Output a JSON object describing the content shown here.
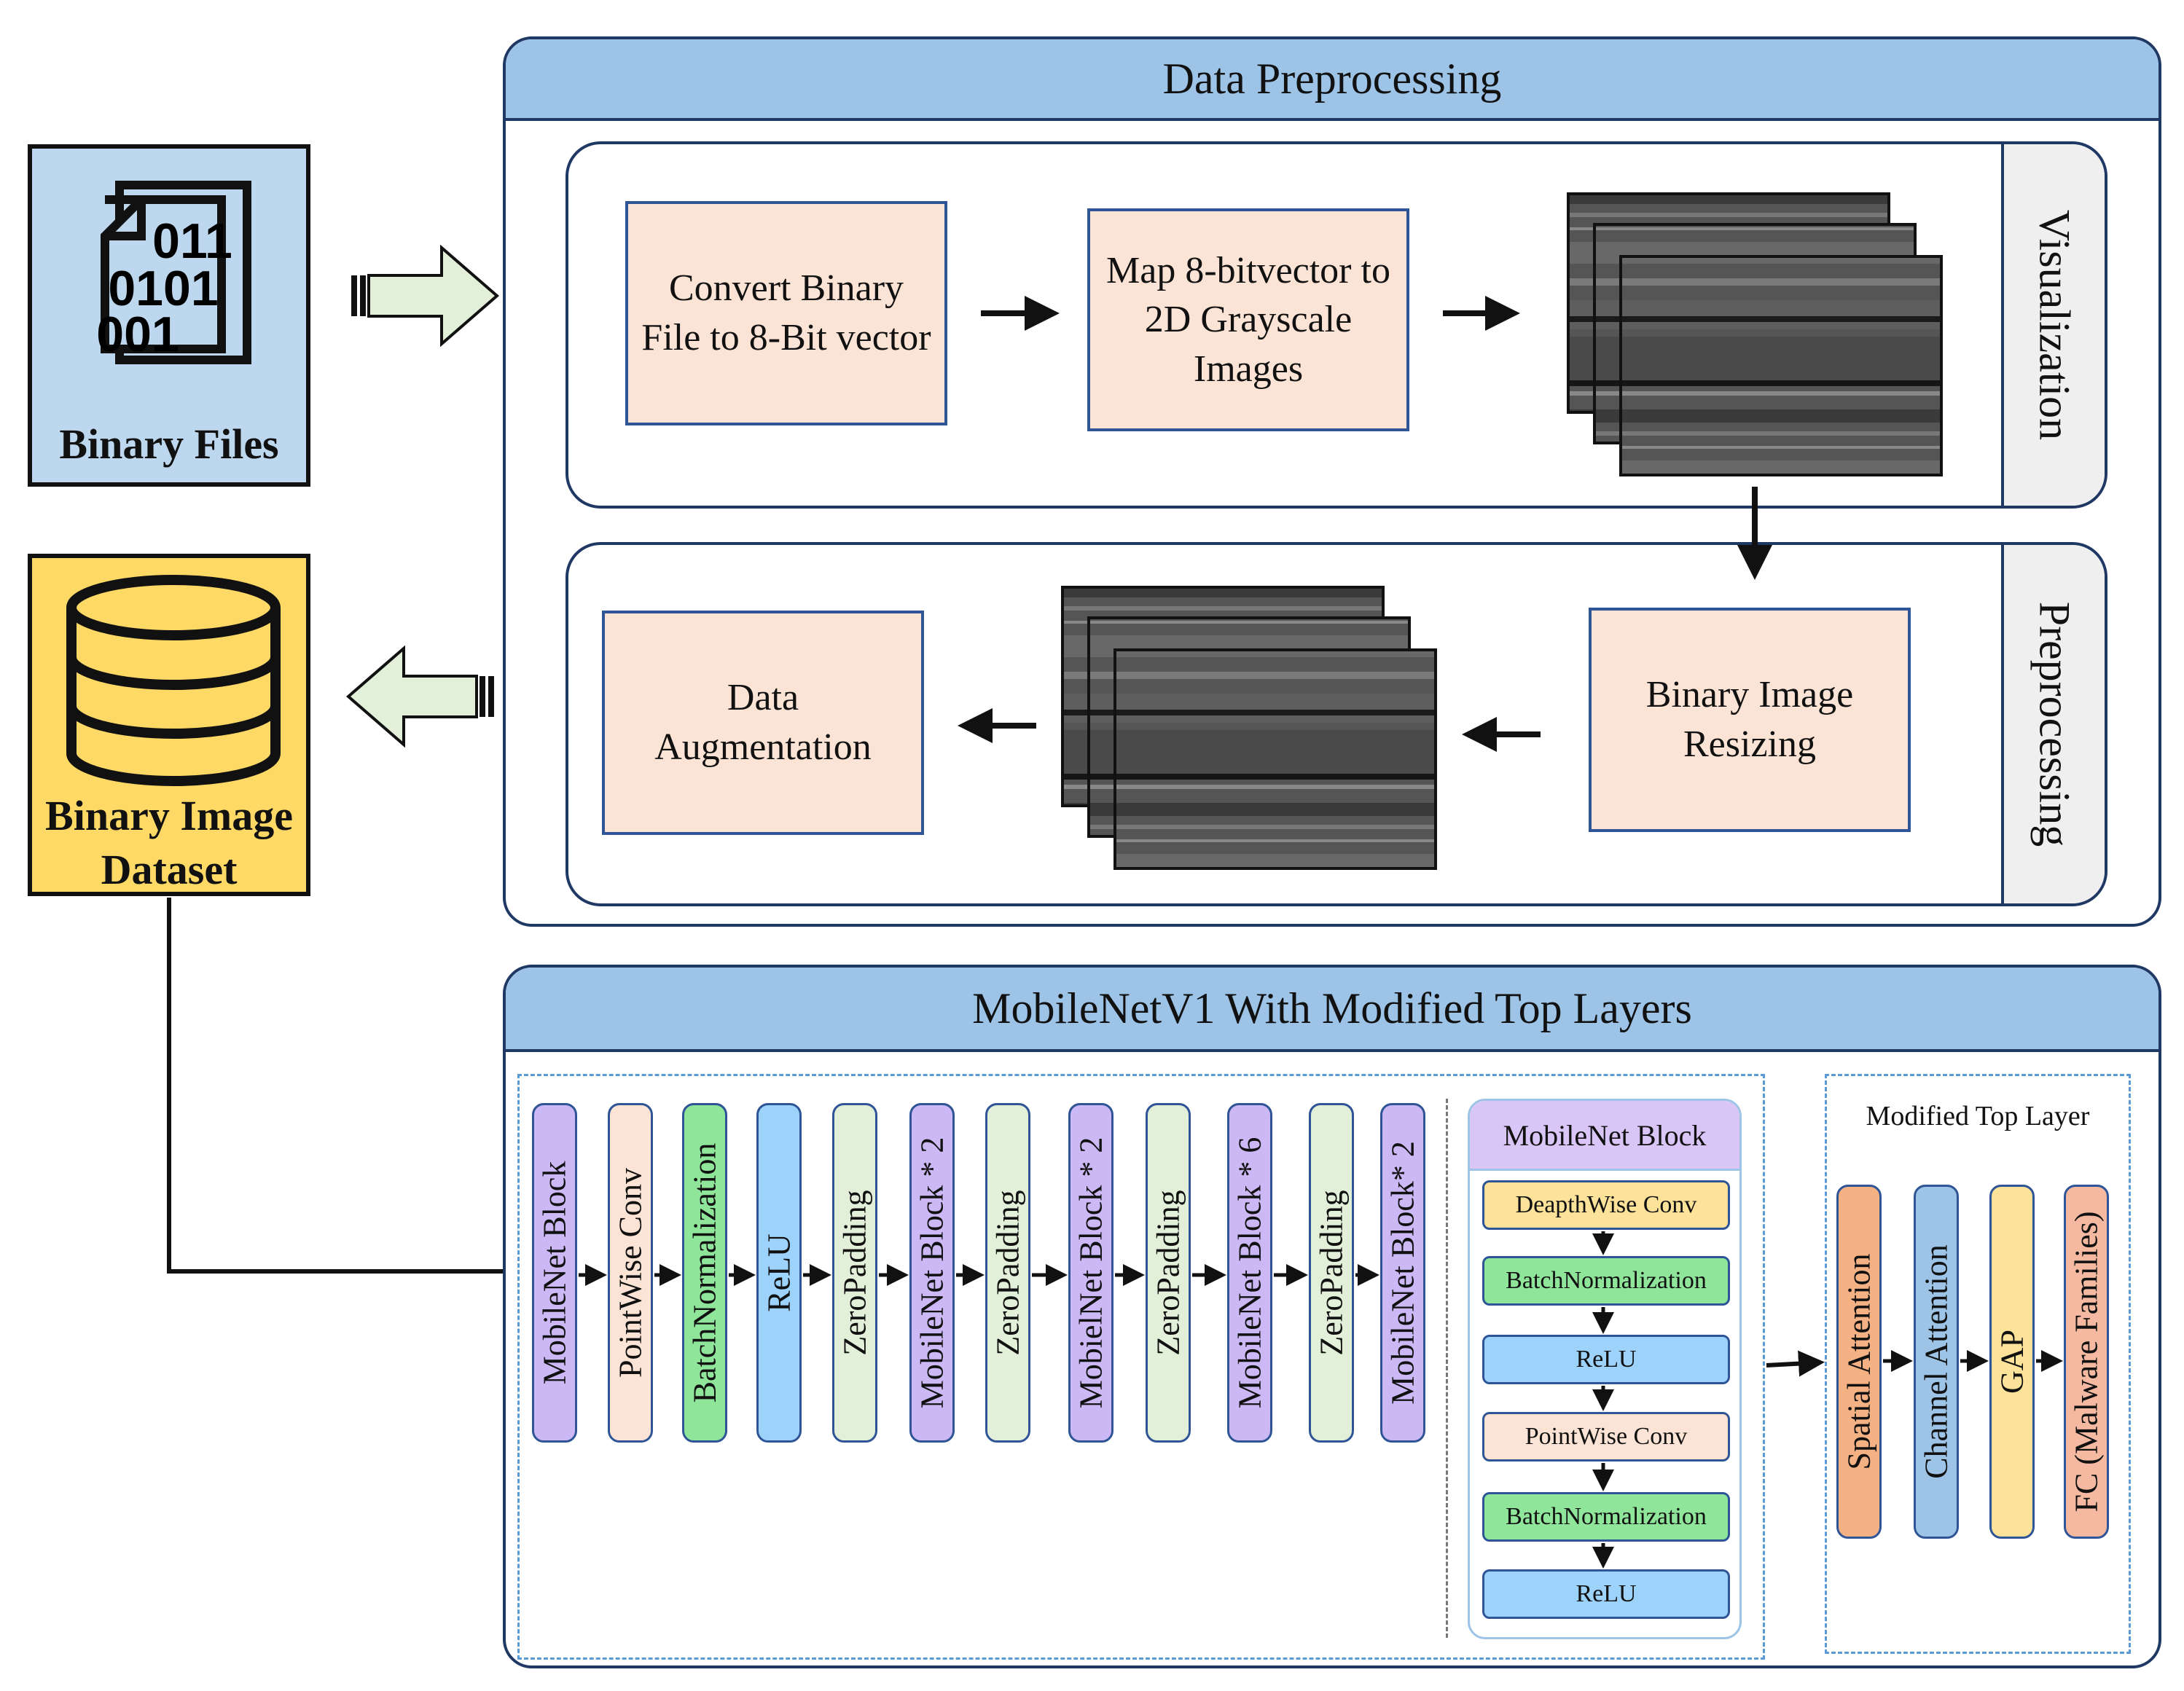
{
  "left": {
    "binary_files": {
      "bits": [
        "011",
        "0101",
        "001"
      ],
      "label": "Binary Files",
      "fill": "#bdd7ee"
    },
    "dataset": {
      "label_line1": "Binary Image",
      "label_line2": "Dataset",
      "fill": "#ffd966"
    }
  },
  "preprocessing": {
    "title": "Data Preprocessing",
    "visualization": {
      "tab": "Visualization",
      "box1": "Convert Binary File to 8-Bit vector",
      "box2": "Map 8-bitvector to 2D Grayscale Images"
    },
    "preproc": {
      "tab": "Preprocessing",
      "resize": "Binary Image Resizing",
      "augment_line1": "Data",
      "augment_line2": "Augmentation"
    }
  },
  "model": {
    "title": "MobileNetV1 With Modified Top Layers",
    "layers": [
      "MobileNet Block",
      "PointWise Conv",
      "BatchNormalization",
      "ReLU",
      "ZeroPadding",
      "MobileNet Block * 2",
      "ZeroPadding",
      "MobielNet Block * 2",
      "ZeroPadding",
      "MobileNet Block * 6",
      "ZeroPadding",
      "MobileNet Block* 2"
    ],
    "block": {
      "title": "MobileNet Block",
      "steps": [
        "DeapthWise  Conv",
        "BatchNormalization",
        "ReLU",
        "PointWise  Conv",
        "BatchNormalization",
        "ReLU"
      ]
    },
    "top": {
      "title": "Modified Top Layer",
      "layers": [
        "Spatial Attention",
        "Channel Attention",
        "GAP",
        "FC (Malware Families)"
      ]
    }
  },
  "colors": {
    "panel_header": "#9dc3e6",
    "border": "#1f3864",
    "peach": "#fbe4d5",
    "arrow_green": "#e2f0d9"
  }
}
